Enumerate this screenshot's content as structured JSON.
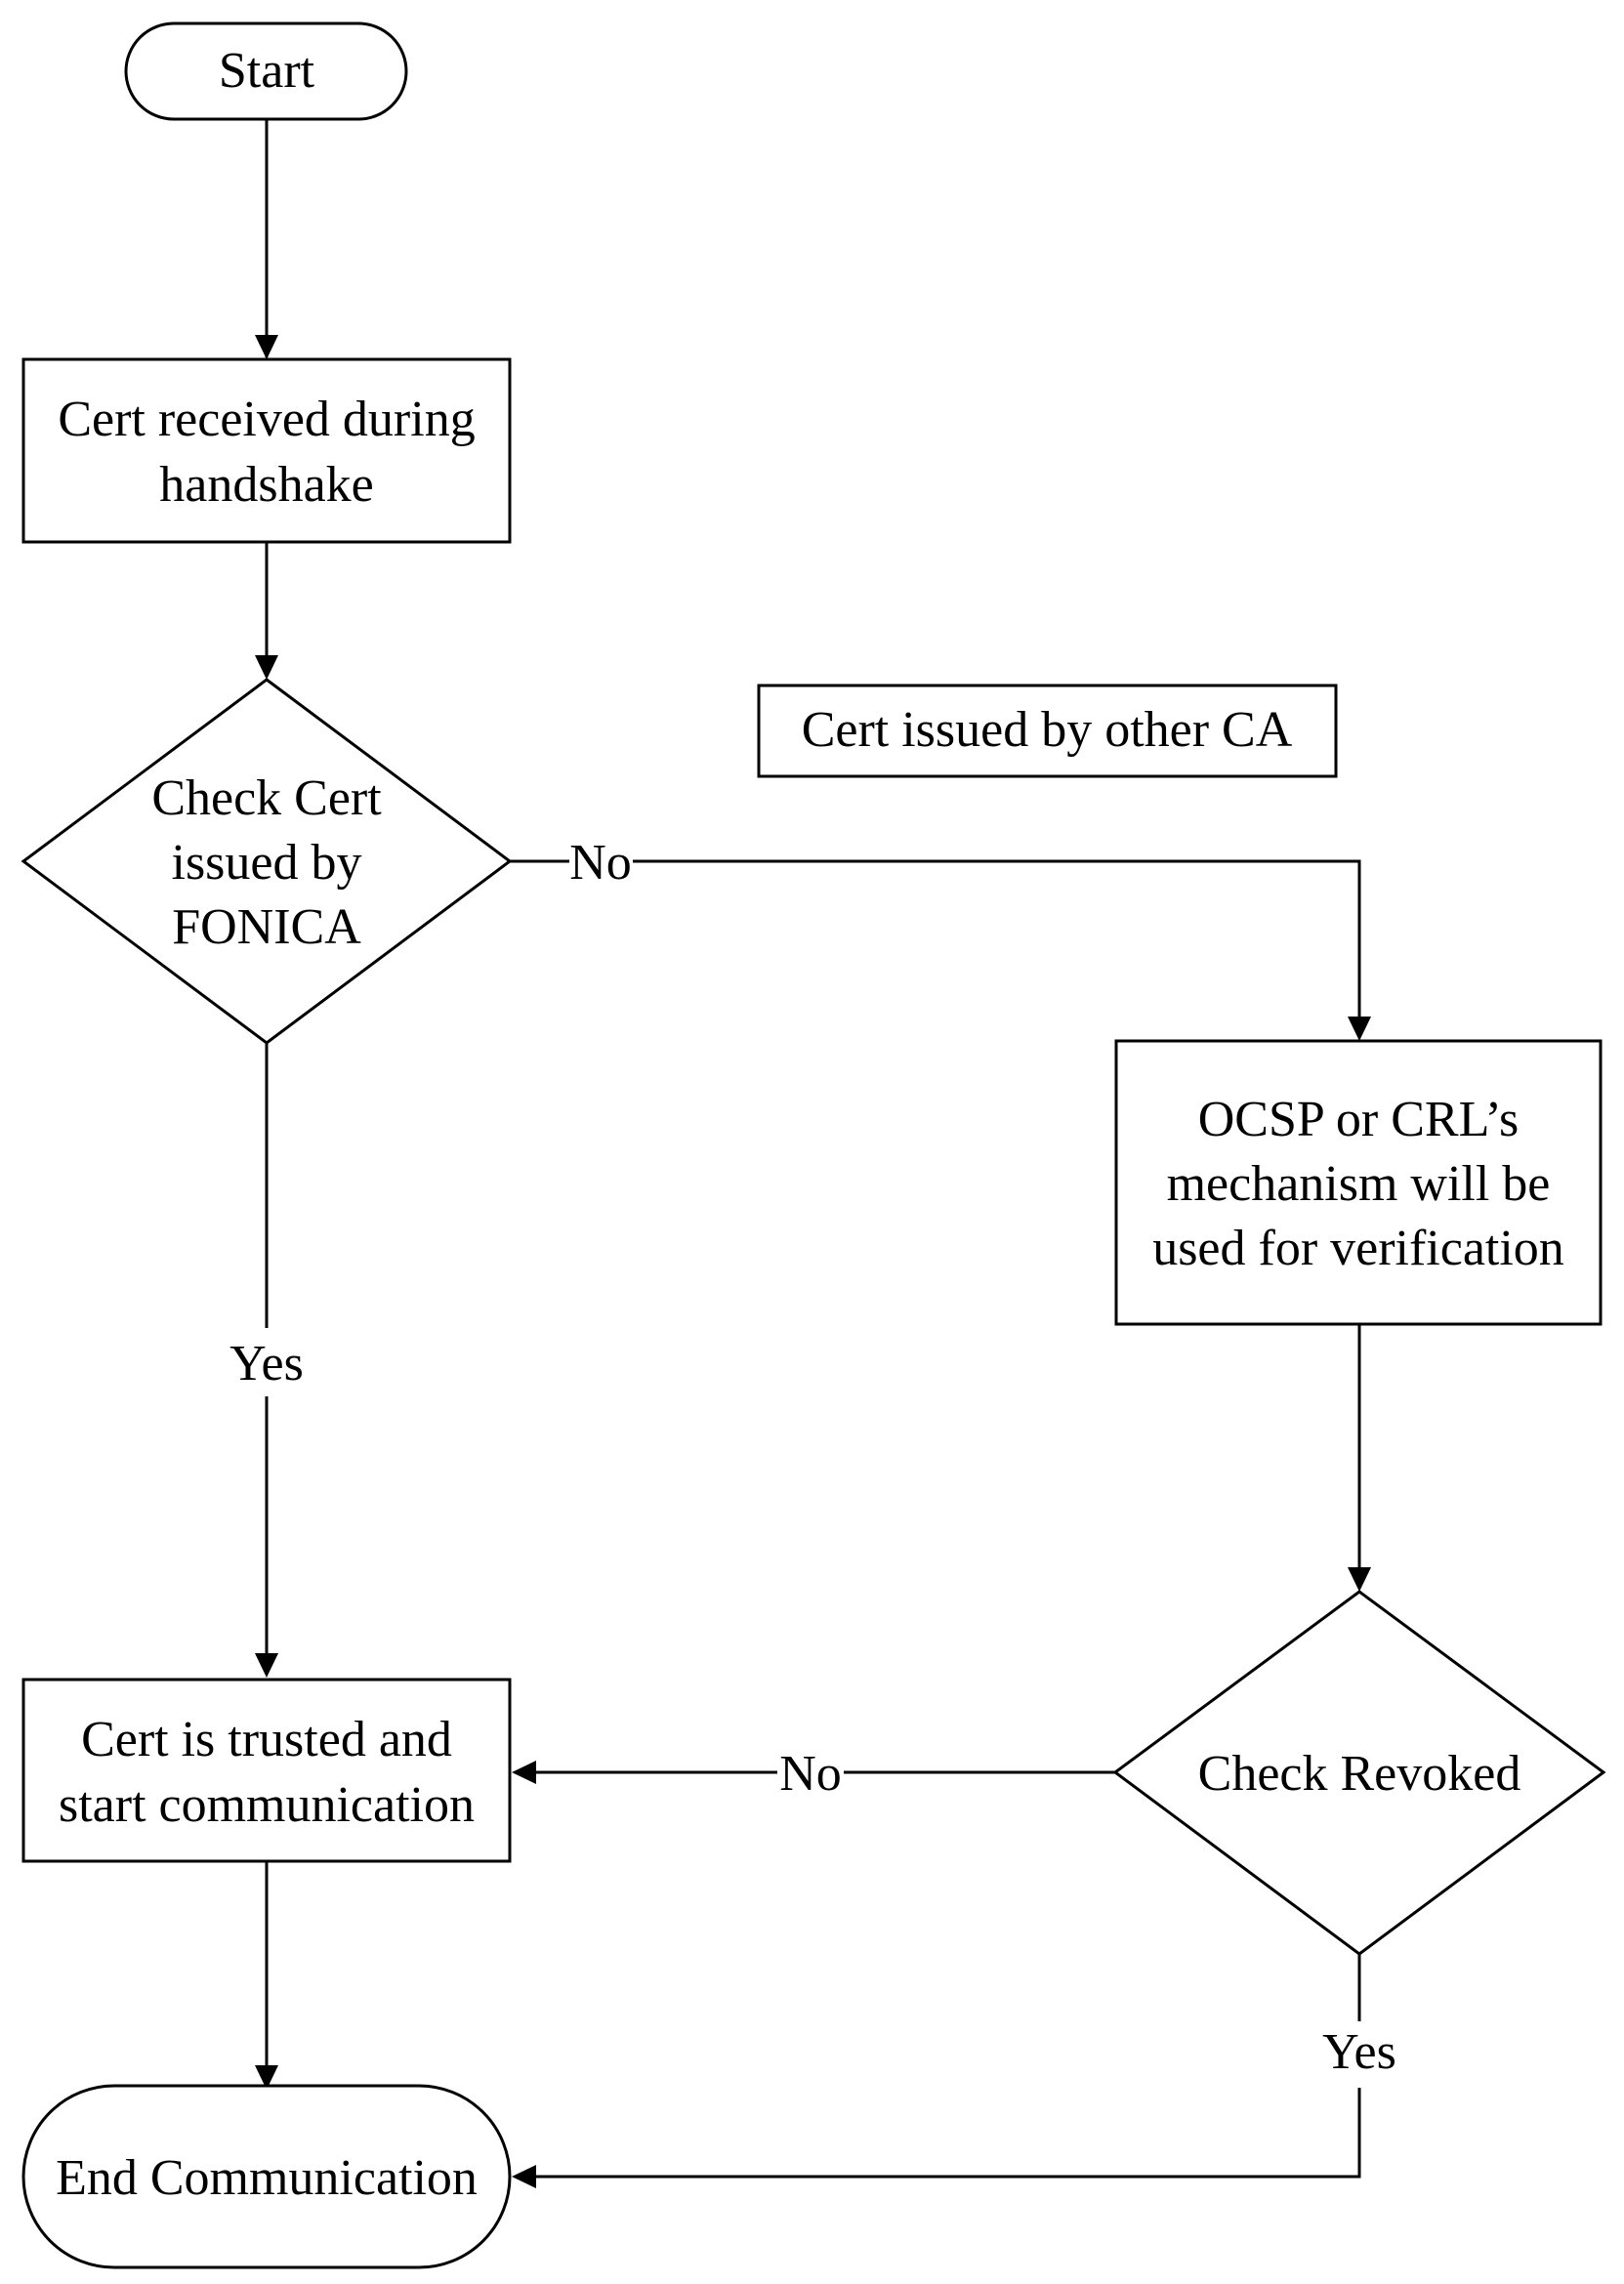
{
  "nodes": {
    "start": {
      "text": "Start"
    },
    "cert_received": {
      "line1": "Cert received during",
      "line2": "handshake"
    },
    "check_fonica": {
      "line1": "Check Cert",
      "line2": "issued by",
      "line3": "FONICA"
    },
    "other_ca": {
      "text": "Cert issued by other CA"
    },
    "ocsp_crl": {
      "line1": "OCSP or CRL’s",
      "line2": "mechanism will be",
      "line3": "used for verification"
    },
    "check_revoked": {
      "text": "Check Revoked"
    },
    "trusted": {
      "line1": "Cert is trusted and",
      "line2": "start communication"
    },
    "end": {
      "text": "End Communication"
    }
  },
  "edges": {
    "fonica_no": "No",
    "fonica_yes": "Yes",
    "revoked_no": "No",
    "revoked_yes": "Yes"
  },
  "colors": {
    "stroke": "#000000",
    "background": "#ffffff"
  }
}
